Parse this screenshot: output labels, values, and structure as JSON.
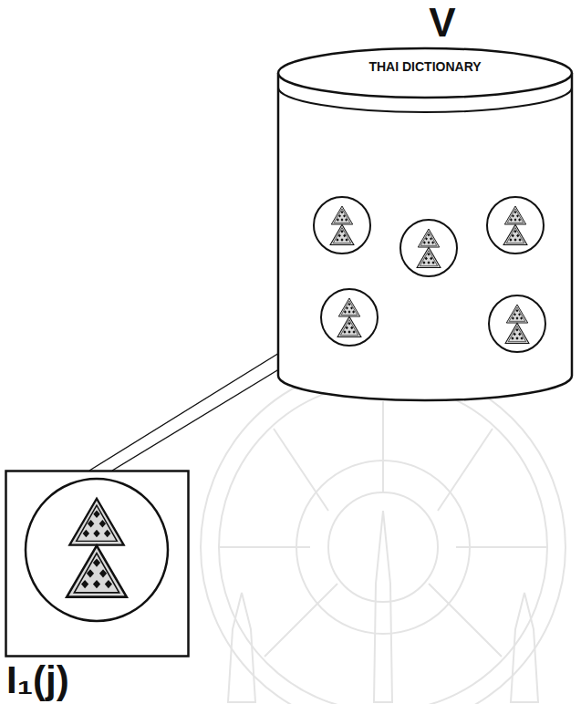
{
  "diagram": {
    "nodes": [
      {
        "text": [
          "V",
          "THAI DICTIONARY"
        ]
      },
      {
        "text": [
          "I₁(j)"
        ]
      }
    ]
  }
}
